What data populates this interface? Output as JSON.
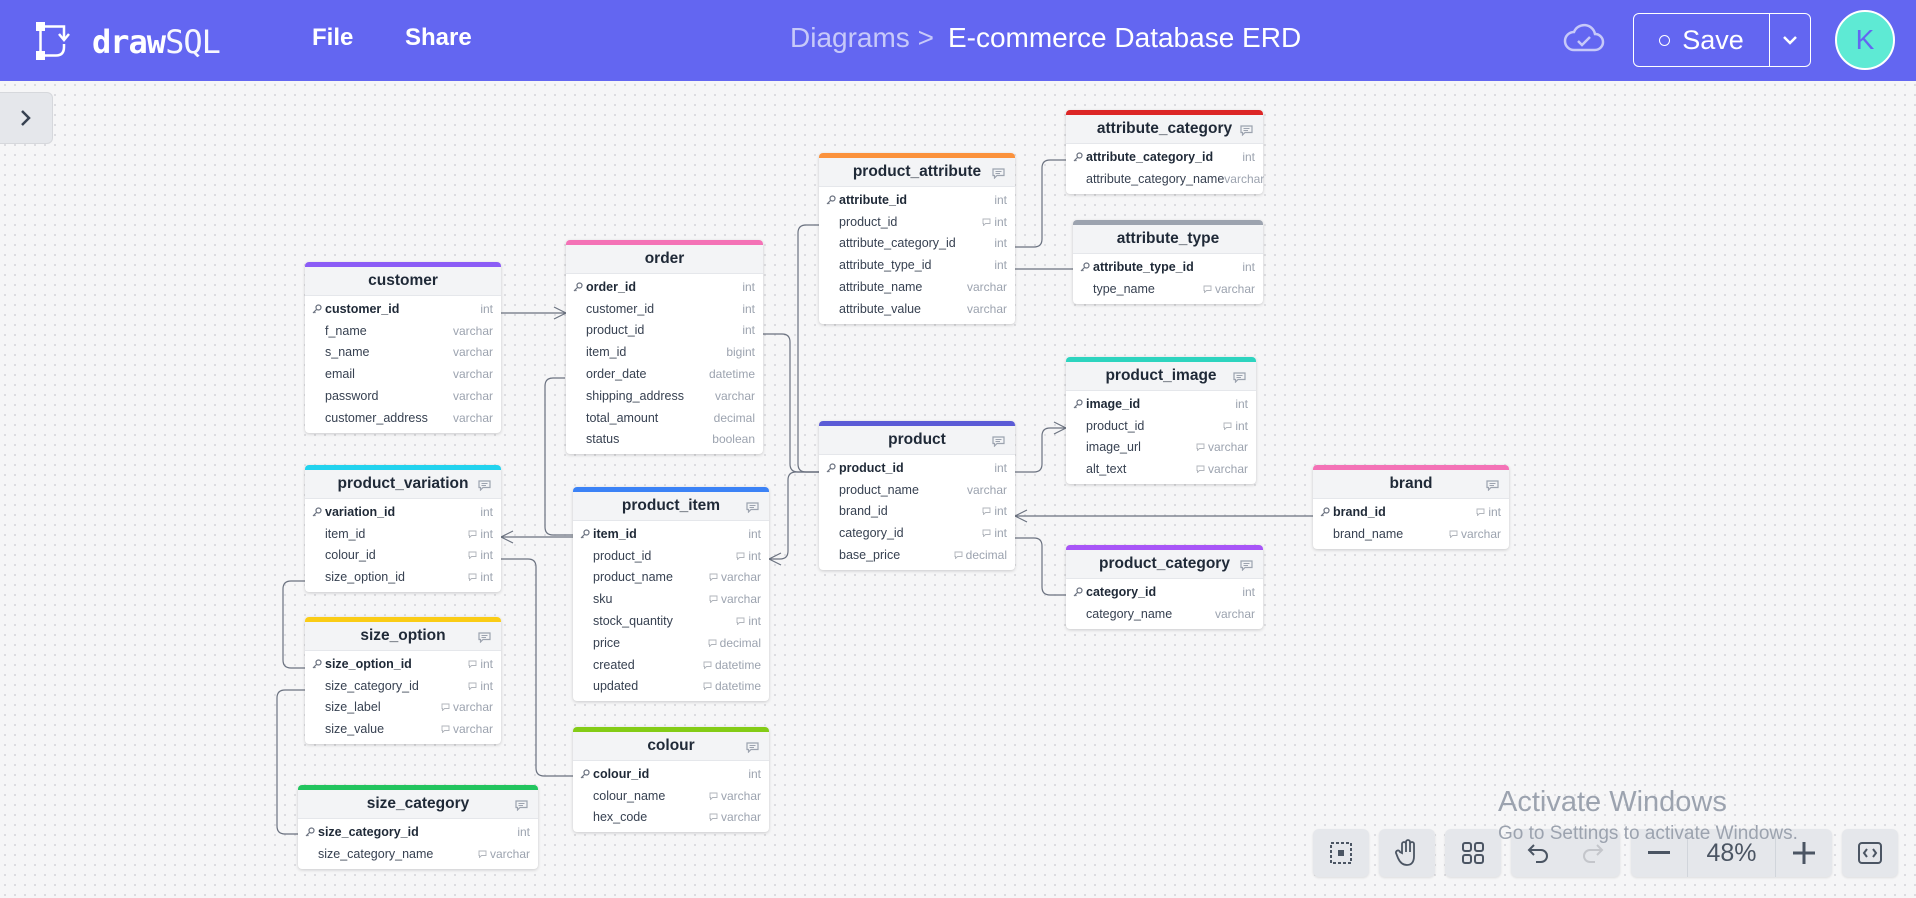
{
  "app": {
    "brand_bold": "draw",
    "brand_light": "SQL"
  },
  "menu": {
    "file": "File",
    "share": "Share"
  },
  "breadcrumb": {
    "parent": "Diagrams >",
    "title": "E-commerce Database ERD"
  },
  "save": {
    "label": "Save"
  },
  "user": {
    "initial": "K"
  },
  "zoom": {
    "level": "48%"
  },
  "watermark": {
    "line1": "Activate Windows",
    "line2": "Go to Settings to activate Windows."
  },
  "colors": {
    "topbar": "#6366f1",
    "avatar": "#5eead4"
  },
  "icons": [
    "cloud-check-icon",
    "chevron-down-icon",
    "chevron-right-icon",
    "fit-screen-icon",
    "hand-icon",
    "grid-icon",
    "undo-icon",
    "redo-icon",
    "minus-icon",
    "plus-icon",
    "code-icon",
    "key-icon",
    "comment-icon"
  ],
  "tables": [
    {
      "name": "customer",
      "color": "#8b5cf6",
      "comment": false,
      "columns": [
        {
          "name": "customer_id",
          "type": "int",
          "pk": true
        },
        {
          "name": "f_name",
          "type": "varchar"
        },
        {
          "name": "s_name",
          "type": "varchar"
        },
        {
          "name": "email",
          "type": "varchar"
        },
        {
          "name": "password",
          "type": "varchar"
        },
        {
          "name": "customer_address",
          "type": "varchar"
        }
      ]
    },
    {
      "name": "order",
      "color": "#f472b6",
      "comment": false,
      "columns": [
        {
          "name": "order_id",
          "type": "int",
          "pk": true
        },
        {
          "name": "customer_id",
          "type": "int"
        },
        {
          "name": "product_id",
          "type": "int"
        },
        {
          "name": "item_id",
          "type": "bigint"
        },
        {
          "name": "order_date",
          "type": "datetime"
        },
        {
          "name": "shipping_address",
          "type": "varchar"
        },
        {
          "name": "total_amount",
          "type": "decimal"
        },
        {
          "name": "status",
          "type": "boolean"
        }
      ]
    },
    {
      "name": "product_attribute",
      "color": "#fb923c",
      "comment": true,
      "columns": [
        {
          "name": "attribute_id",
          "type": "int",
          "pk": true
        },
        {
          "name": "product_id",
          "type": "int",
          "c": true
        },
        {
          "name": "attribute_category_id",
          "type": "int"
        },
        {
          "name": "attribute_type_id",
          "type": "int"
        },
        {
          "name": "attribute_name",
          "type": "varchar"
        },
        {
          "name": "attribute_value",
          "type": "varchar"
        }
      ]
    },
    {
      "name": "attribute_category",
      "color": "#dc2626",
      "comment": true,
      "columns": [
        {
          "name": "attribute_category_id",
          "type": "int",
          "pk": true
        },
        {
          "name": "attribute_category_name",
          "type": "varchar"
        }
      ]
    },
    {
      "name": "attribute_type",
      "color": "#9ca3af",
      "comment": false,
      "columns": [
        {
          "name": "attribute_type_id",
          "type": "int",
          "pk": true
        },
        {
          "name": "type_name",
          "type": "varchar",
          "c": true
        }
      ]
    },
    {
      "name": "product_image",
      "color": "#2dd4bf",
      "comment": true,
      "columns": [
        {
          "name": "image_id",
          "type": "int",
          "pk": true
        },
        {
          "name": "product_id",
          "type": "int",
          "c": true
        },
        {
          "name": "image_url",
          "type": "varchar",
          "c": true
        },
        {
          "name": "alt_text",
          "type": "varchar",
          "c": true
        }
      ]
    },
    {
      "name": "product",
      "color": "#5b5bd6",
      "comment": true,
      "columns": [
        {
          "name": "product_id",
          "type": "int",
          "pk": true
        },
        {
          "name": "product_name",
          "type": "varchar"
        },
        {
          "name": "brand_id",
          "type": "int",
          "c": true
        },
        {
          "name": "category_id",
          "type": "int",
          "c": true
        },
        {
          "name": "base_price",
          "type": "decimal",
          "c": true
        }
      ]
    },
    {
      "name": "brand",
      "color": "#f472b6",
      "comment": true,
      "columns": [
        {
          "name": "brand_id",
          "type": "int",
          "pk": true,
          "c": true
        },
        {
          "name": "brand_name",
          "type": "varchar",
          "c": true
        }
      ]
    },
    {
      "name": "product_category",
      "color": "#a855f7",
      "comment": true,
      "columns": [
        {
          "name": "category_id",
          "type": "int",
          "pk": true
        },
        {
          "name": "category_name",
          "type": "varchar"
        }
      ]
    },
    {
      "name": "product_variation",
      "color": "#22d3ee",
      "comment": true,
      "columns": [
        {
          "name": "variation_id",
          "type": "int",
          "pk": true
        },
        {
          "name": "item_id",
          "type": "int",
          "c": true
        },
        {
          "name": "colour_id",
          "type": "int",
          "c": true
        },
        {
          "name": "size_option_id",
          "type": "int",
          "c": true
        }
      ]
    },
    {
      "name": "product_item",
      "color": "#3b82f6",
      "comment": true,
      "columns": [
        {
          "name": "item_id",
          "type": "int",
          "pk": true
        },
        {
          "name": "product_id",
          "type": "int",
          "c": true
        },
        {
          "name": "product_name",
          "type": "varchar",
          "c": true
        },
        {
          "name": "sku",
          "type": "varchar",
          "c": true
        },
        {
          "name": "stock_quantity",
          "type": "int",
          "c": true
        },
        {
          "name": "price",
          "type": "decimal",
          "c": true
        },
        {
          "name": "created",
          "type": "datetime",
          "c": true
        },
        {
          "name": "updated",
          "type": "datetime",
          "c": true
        }
      ]
    },
    {
      "name": "size_option",
      "color": "#facc15",
      "comment": true,
      "columns": [
        {
          "name": "size_option_id",
          "type": "int",
          "pk": true,
          "c": true
        },
        {
          "name": "size_category_id",
          "type": "int",
          "c": true
        },
        {
          "name": "size_label",
          "type": "varchar",
          "c": true
        },
        {
          "name": "size_value",
          "type": "varchar",
          "c": true
        }
      ]
    },
    {
      "name": "colour",
      "color": "#84cc16",
      "comment": true,
      "columns": [
        {
          "name": "colour_id",
          "type": "int",
          "pk": true
        },
        {
          "name": "colour_name",
          "type": "varchar",
          "c": true
        },
        {
          "name": "hex_code",
          "type": "varchar",
          "c": true
        }
      ]
    },
    {
      "name": "size_category",
      "color": "#22c55e",
      "comment": true,
      "columns": [
        {
          "name": "size_category_id",
          "type": "int",
          "pk": true
        },
        {
          "name": "size_category_name",
          "type": "varchar",
          "c": true
        }
      ]
    }
  ]
}
